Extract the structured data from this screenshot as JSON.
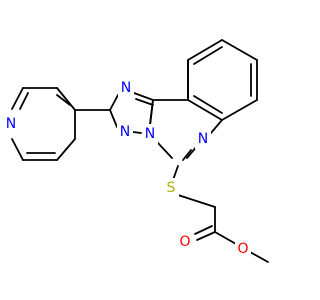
{
  "atoms": {
    "n_pyridine": {
      "label": "N",
      "color": "#0000ff"
    },
    "n_triazole_top": {
      "label": "N",
      "color": "#0000ff"
    },
    "n_triazole_left": {
      "label": "N",
      "color": "#0000ff"
    },
    "n_bridge": {
      "label": "N",
      "color": "#0000ff"
    },
    "n_quinazoline": {
      "label": "N",
      "color": "#0000ff"
    },
    "s_thioether": {
      "label": "S",
      "color": "#b2b200"
    },
    "o_carbonyl": {
      "label": "O",
      "color": "#ff0000"
    },
    "o_ester": {
      "label": "O",
      "color": "#ff0000"
    }
  }
}
